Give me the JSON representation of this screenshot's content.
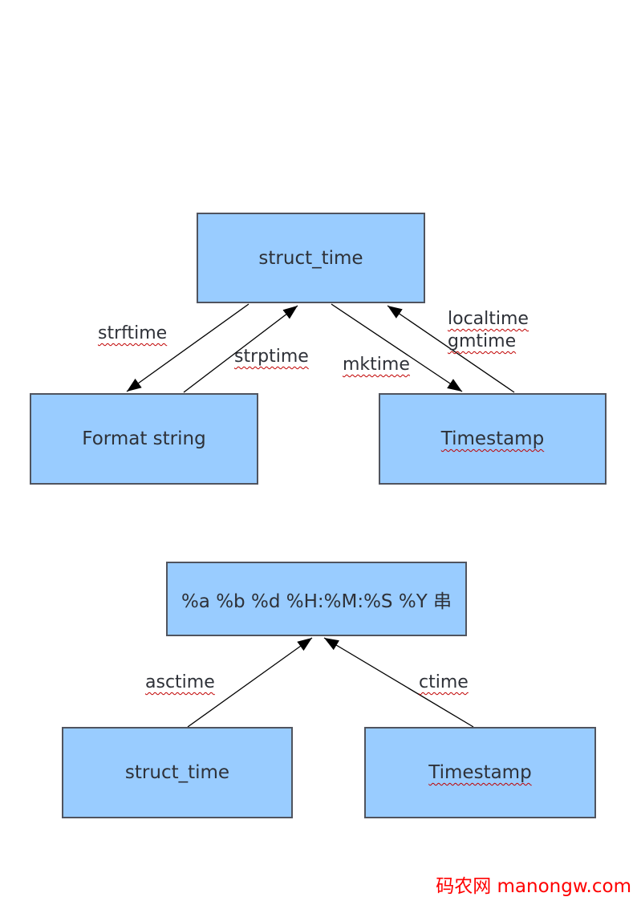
{
  "colors": {
    "node_fill": "#99ccff",
    "node_border": "#50545e",
    "arrow": "#000000",
    "text": "#2e3138",
    "squiggle": "#c00000",
    "watermark": "#ff0000"
  },
  "top_diagram": {
    "nodes": [
      {
        "id": "struct_time",
        "label": "struct_time"
      },
      {
        "id": "format_string",
        "label": "Format string"
      },
      {
        "id": "timestamp",
        "label": "Timestamp"
      }
    ],
    "edges": [
      {
        "from": "struct_time",
        "to": "format_string",
        "label": "strftime"
      },
      {
        "from": "format_string",
        "to": "struct_time",
        "label": "strptime"
      },
      {
        "from": "timestamp",
        "to": "struct_time",
        "label": "mktime"
      },
      {
        "from": "struct_time",
        "to": "timestamp",
        "label_lines": [
          "localtime",
          "gmtime"
        ]
      }
    ]
  },
  "bottom_diagram": {
    "nodes": [
      {
        "id": "format_pattern",
        "label": "%a %b %d %H:%M:%S %Y 串"
      },
      {
        "id": "struct_time",
        "label": "struct_time"
      },
      {
        "id": "timestamp",
        "label": "Timestamp"
      }
    ],
    "edges": [
      {
        "from": "struct_time",
        "to": "format_pattern",
        "label": "asctime"
      },
      {
        "from": "timestamp",
        "to": "format_pattern",
        "label": "ctime"
      }
    ]
  },
  "watermark": {
    "text": "码农网 manongw.com"
  }
}
